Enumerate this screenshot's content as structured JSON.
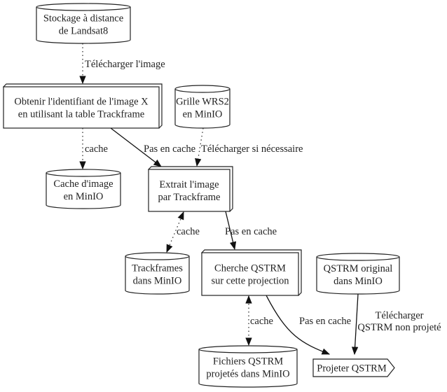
{
  "nodes": {
    "landsat": {
      "type": "cylinder",
      "lines": [
        "Stockage à distance",
        "de Landsat8"
      ]
    },
    "obtenir": {
      "type": "box3d",
      "lines": [
        "Obtenir l'identifiant de l'image X",
        "en utilisant la table Trackframe"
      ]
    },
    "grille": {
      "type": "cylinder",
      "lines": [
        "Grille WRS2",
        "en MinIO"
      ]
    },
    "cache_image": {
      "type": "cylinder",
      "lines": [
        "Cache d'image",
        "en MinIO"
      ]
    },
    "extrait": {
      "type": "box3d",
      "lines": [
        "Extrait l'image",
        "par Trackframe"
      ]
    },
    "trackframes": {
      "type": "cylinder",
      "lines": [
        "Trackframes",
        "dans MinIO"
      ]
    },
    "cherche": {
      "type": "box3d",
      "lines": [
        "Cherche QSTRM",
        "sur cette projection"
      ]
    },
    "qstrm_original": {
      "type": "cylinder",
      "lines": [
        "QSTRM original",
        "dans MinIO"
      ]
    },
    "fichiers": {
      "type": "cylinder",
      "lines": [
        "Fichiers QSTRM",
        "projetés dans MinIO"
      ]
    },
    "projeter": {
      "type": "pentagon",
      "lines": [
        "Projeter QSTRM"
      ]
    }
  },
  "edges": [
    {
      "from": "landsat",
      "to": "obtenir",
      "style": "dotted",
      "label": [
        "Télécharger l'image"
      ]
    },
    {
      "from": "obtenir",
      "to": "cache_image",
      "style": "dotted",
      "label": [
        "cache"
      ]
    },
    {
      "from": "obtenir",
      "to": "extrait",
      "style": "solid",
      "label": [
        "Pas en cache"
      ]
    },
    {
      "from": "grille",
      "to": "extrait",
      "style": "dotted",
      "label": [
        "Télécharger si nécessaire"
      ]
    },
    {
      "from": "extrait",
      "to": "trackframes",
      "style": "dotted",
      "bidirectional": true,
      "label": [
        "cache"
      ]
    },
    {
      "from": "extrait",
      "to": "cherche",
      "style": "solid",
      "label": [
        "Pas en cache"
      ]
    },
    {
      "from": "cherche",
      "to": "fichiers",
      "style": "dotted",
      "bidirectional": true,
      "label": [
        "cache"
      ]
    },
    {
      "from": "cherche",
      "to": "projeter",
      "style": "solid",
      "label": [
        "Pas en cache"
      ]
    },
    {
      "from": "qstrm_original",
      "to": "projeter",
      "style": "solid",
      "label": [
        "Télécharger",
        "QSTRM non projeté"
      ]
    }
  ]
}
